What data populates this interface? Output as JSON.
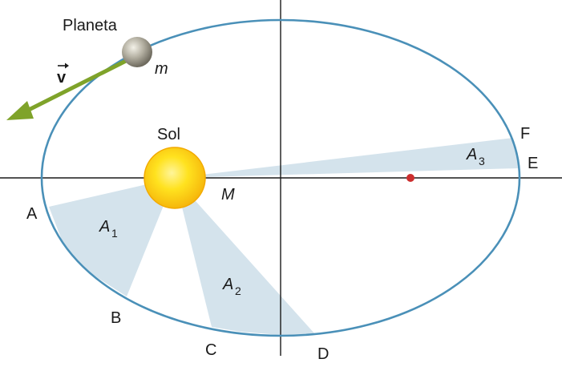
{
  "labels": {
    "planet": "Planeta",
    "planet_mass": "m",
    "velocity": "v",
    "sun": "Sol",
    "sun_mass": "M",
    "point_a": "A",
    "point_b": "B",
    "point_c": "C",
    "point_d": "D",
    "point_e": "E",
    "point_f": "F",
    "area1": "A",
    "area1_sub": "1",
    "area2": "A",
    "area2_sub": "2",
    "area3": "A",
    "area3_sub": "3"
  },
  "colors": {
    "orbit": "#4a90b8",
    "sector": "#d4e3ec",
    "velocity_arrow": "#7fa32a",
    "focus_dot": "#cc2e2e",
    "axes": "#1a1a1a"
  }
}
